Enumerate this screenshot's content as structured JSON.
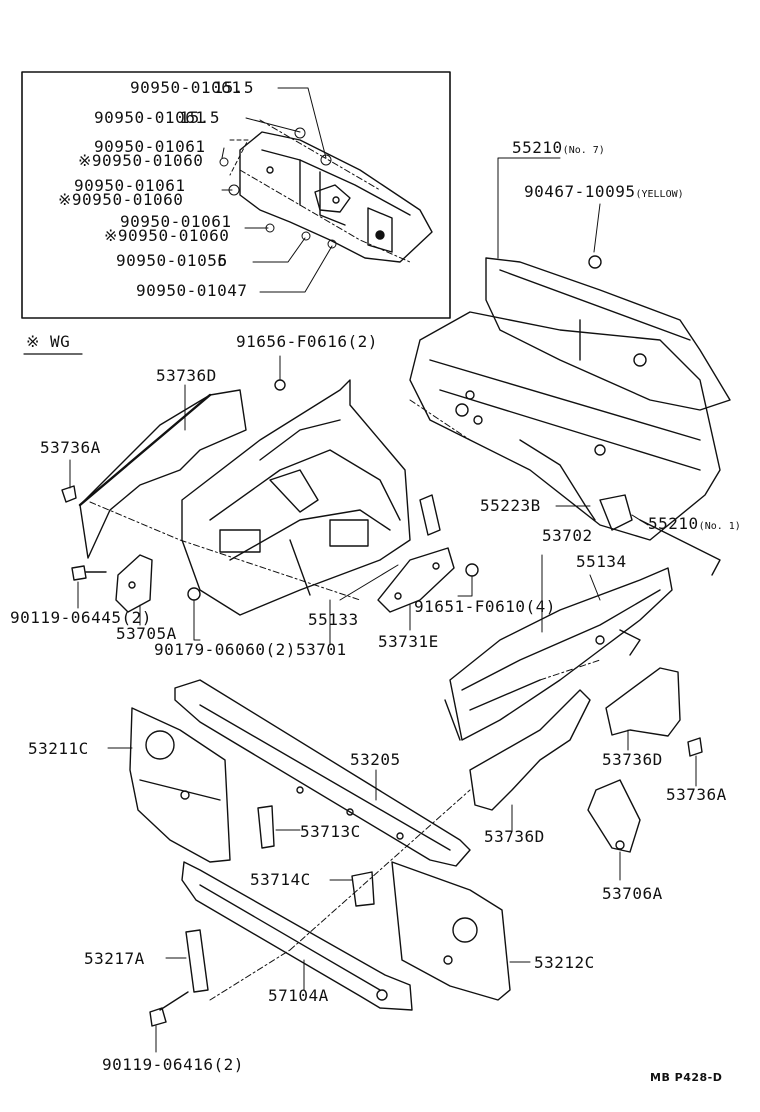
{
  "inset": {
    "labels": [
      {
        "text": "90950-01061",
        "suffix": "15.5"
      },
      {
        "text": "90950-01061",
        "suffix": "15.5"
      },
      {
        "text": "90950-01061",
        "suffix": ""
      },
      {
        "text": "※90950-01060",
        "suffix": ""
      },
      {
        "text": "90950-01061",
        "suffix": ""
      },
      {
        "text": "※90950-01060",
        "suffix": ""
      },
      {
        "text": "90950-01061",
        "suffix": ""
      },
      {
        "text": "※90950-01060",
        "suffix": ""
      },
      {
        "text": "90950-01056",
        "suffix": "5"
      },
      {
        "text": "90950-01047",
        "suffix": ""
      }
    ]
  },
  "note": "※ WG",
  "parts": {
    "p55210_top": "55210",
    "p55210_top_note": "(No. 7)",
    "p90467": "90467-10095",
    "p90467_note": "(YELLOW)",
    "p91656": "91656-F0616(2)",
    "p53736D_left": "53736D",
    "p53736A_left": "53736A",
    "p55223B": "55223B",
    "p55210_right": "55210",
    "p55210_right_note": "(No. 1)",
    "p53702": "53702",
    "p55134": "55134",
    "p90119_06445": "90119-06445(2)",
    "p53705A": "53705A",
    "p90179": "90179-06060(2)",
    "p53701": "53701",
    "p55133": "55133",
    "p91651": "91651-F0610(4)",
    "p53731E": "53731E",
    "p53211C": "53211C",
    "p53205": "53205",
    "p53736D_mid": "53736D",
    "p53736D_right": "53736D",
    "p53736A_right": "53736A",
    "p53713C": "53713C",
    "p53714C": "53714C",
    "p53706A": "53706A",
    "p53217A": "53217A",
    "p53212C": "53212C",
    "p57104A": "57104A",
    "p90119_06416": "90119-06416(2)"
  },
  "footer": "MB  P428-D"
}
